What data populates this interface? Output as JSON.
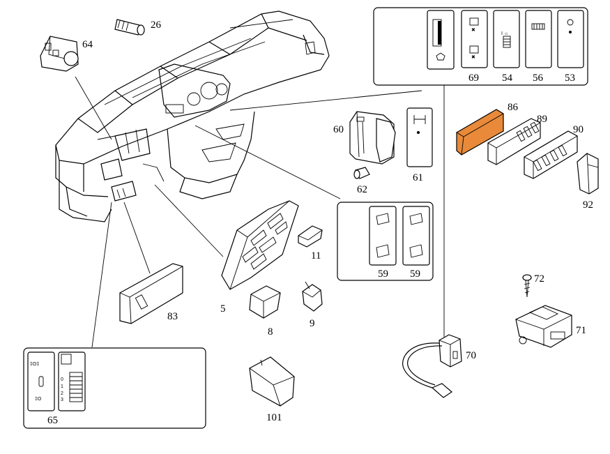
{
  "diagram": {
    "highlight_color": "#e88a3a",
    "labels": {
      "p26": "26",
      "p64": "64",
      "p60": "60",
      "p61": "61",
      "p62": "62",
      "p69": "69",
      "p54": "54",
      "p56": "56",
      "p53": "53",
      "p86": "86",
      "p89": "89",
      "p90": "90",
      "p92": "92",
      "p11": "11",
      "p5": "5",
      "p59a": "59",
      "p59b": "59",
      "p8": "8",
      "p9": "9",
      "p83": "83",
      "p72": "72",
      "p71": "71",
      "p70": "70",
      "p65": "65",
      "p101": "101"
    },
    "highlighted_part": "86"
  }
}
